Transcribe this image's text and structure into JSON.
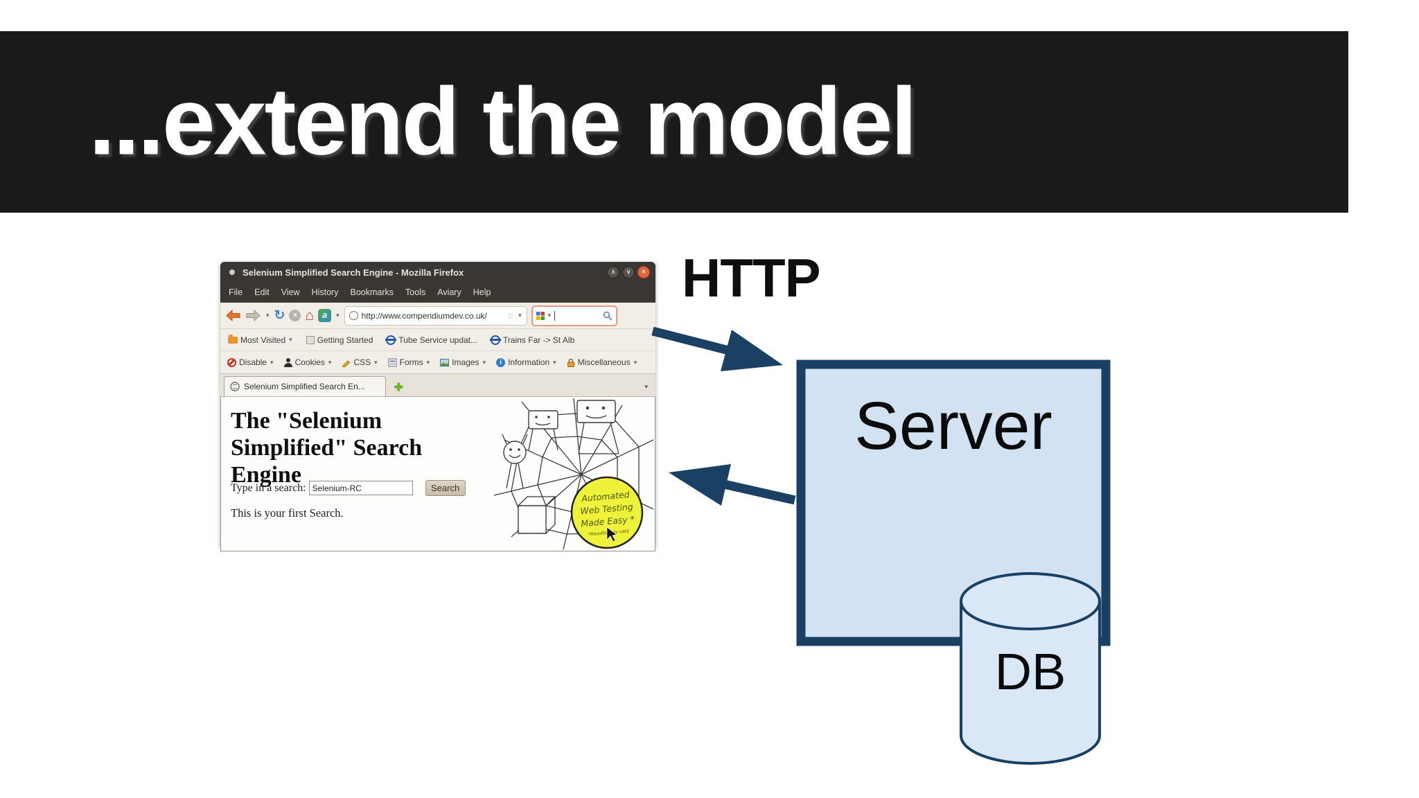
{
  "slide": {
    "title": "...extend the model",
    "http_label": "HTTP"
  },
  "diagram": {
    "server_label": "Server",
    "db_label": "DB"
  },
  "glyphs": {
    "dropdown": "▾",
    "maximize": "∧",
    "minimize": "∨",
    "close": "×",
    "reload": "↻",
    "stop": "×",
    "home": "⌂",
    "star": "☆",
    "aviary": "a",
    "new_tab": "✚",
    "info": "i"
  },
  "browser": {
    "window_title": "Selenium Simplified Search Engine - Mozilla Firefox",
    "menu_items": [
      "File",
      "Edit",
      "View",
      "History",
      "Bookmarks",
      "Tools",
      "Aviary",
      "Help"
    ],
    "address": {
      "url": "http://www.compendiumdev.co.uk/"
    },
    "bookmarks_toolbar": [
      "Most Visited",
      "Getting Started",
      "Tube Service updat...",
      "Trains Far  -> St Alb"
    ],
    "webdev_toolbar": [
      "Disable",
      "Cookies",
      "CSS",
      "Forms",
      "Images",
      "Information",
      "Miscellaneous"
    ],
    "tab": {
      "title": "Selenium Simplified Search En..."
    },
    "page": {
      "heading_lines": [
        "The \"Selenium",
        "Simplified\" Search",
        "Engine"
      ],
      "search_label": "Type in a search:",
      "search_value": "Selenium-RC",
      "search_button": "Search",
      "first_search_text": "This is your first Search.",
      "badge_lines": [
        "Automated",
        "Web Testing",
        "Made Easy *",
        "*Results may vary"
      ]
    }
  }
}
